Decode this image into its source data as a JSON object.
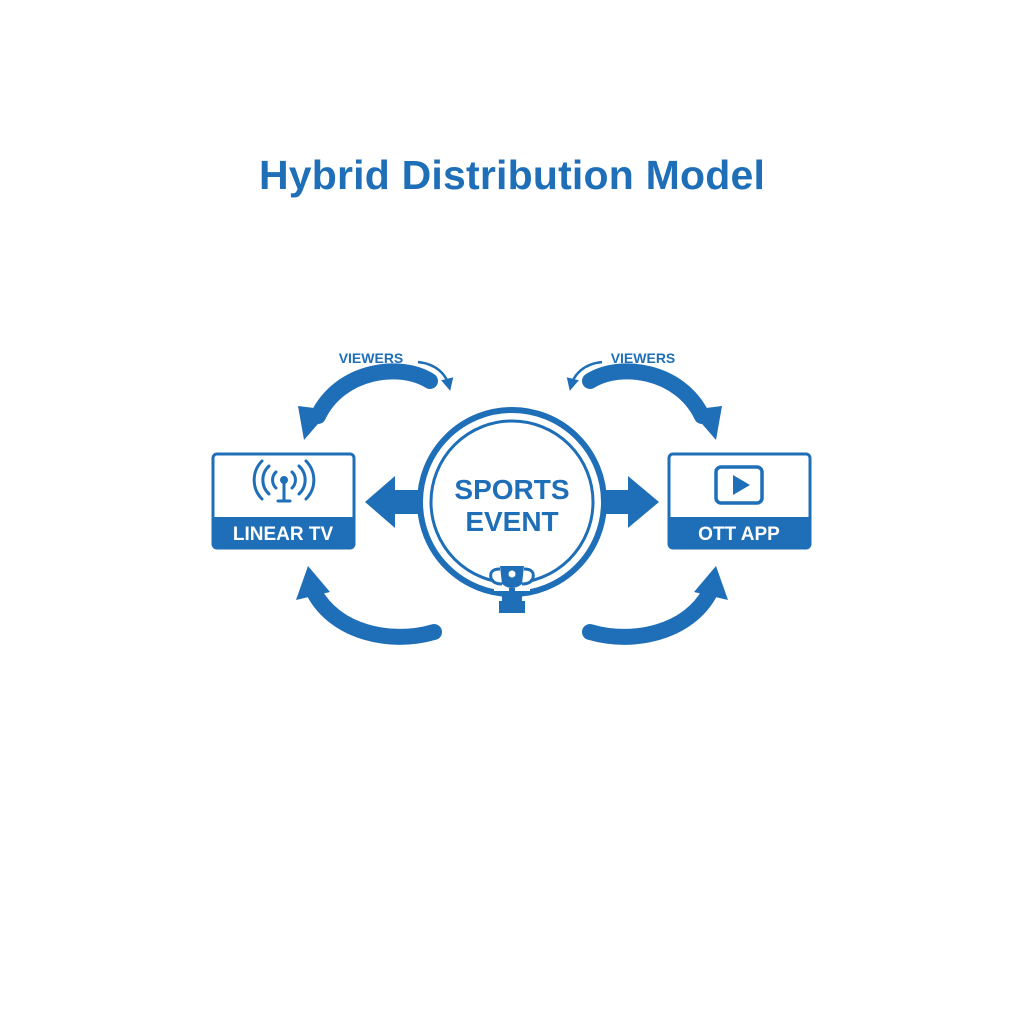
{
  "title": "Hybrid Distribution Model",
  "center": {
    "line1": "SPORTS",
    "line2": "EVENT"
  },
  "left_box": {
    "label": "LINEAR TV",
    "icon": "broadcast-antenna-icon"
  },
  "right_box": {
    "label": "OTT APP",
    "icon": "play-button-icon"
  },
  "viewers_left": "VIEWERS",
  "viewers_right": "VIEWERS",
  "colors": {
    "primary": "#1f6fb8",
    "background": "#ffffff"
  }
}
